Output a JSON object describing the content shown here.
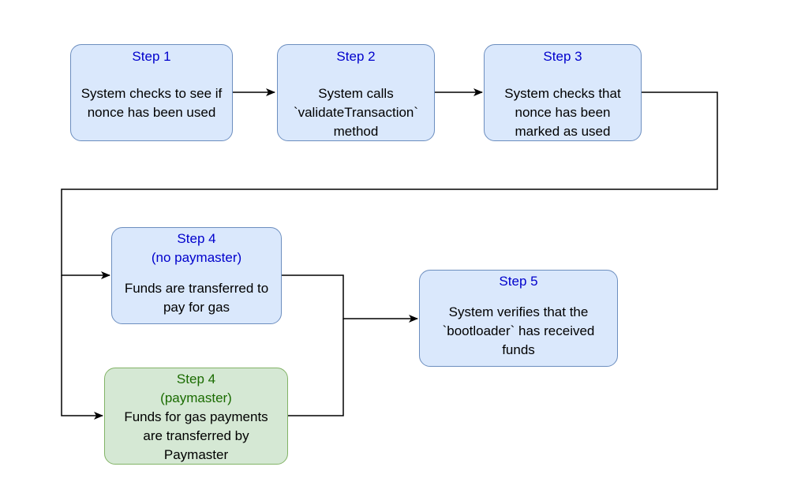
{
  "colors": {
    "blue_fill": "#dae8fc",
    "blue_stroke": "#6c8ebf",
    "blue_title": "#0000cc",
    "green_fill": "#d5e8d4",
    "green_stroke": "#82b366",
    "green_title": "#1a6b00",
    "connector": "#000000"
  },
  "nodes": [
    {
      "id": "step1",
      "title": "Step 1",
      "subtitle": "",
      "text": "System checks to see if nonce has been used"
    },
    {
      "id": "step2",
      "title": "Step 2",
      "subtitle": "",
      "text": "System calls `validateTransaction` method"
    },
    {
      "id": "step3",
      "title": "Step 3",
      "subtitle": "",
      "text": "System checks that nonce has been marked as used"
    },
    {
      "id": "step4a",
      "title": "Step 4",
      "subtitle": "(no paymaster)",
      "text": "Funds are transferred to pay for gas"
    },
    {
      "id": "step4b",
      "title": "Step 4",
      "subtitle": "(paymaster)",
      "text": "Funds for gas payments are transferred by Paymaster"
    },
    {
      "id": "step5",
      "title": "Step 5",
      "subtitle": "",
      "text": "System verifies that the `bootloader` has received funds"
    }
  ],
  "edges": [
    {
      "from": "step1",
      "to": "step2"
    },
    {
      "from": "step2",
      "to": "step3"
    },
    {
      "from": "step3",
      "to": "step4a"
    },
    {
      "from": "step3",
      "to": "step4b"
    },
    {
      "from": "step4a",
      "to": "step5"
    },
    {
      "from": "step4b",
      "to": "step5"
    }
  ]
}
